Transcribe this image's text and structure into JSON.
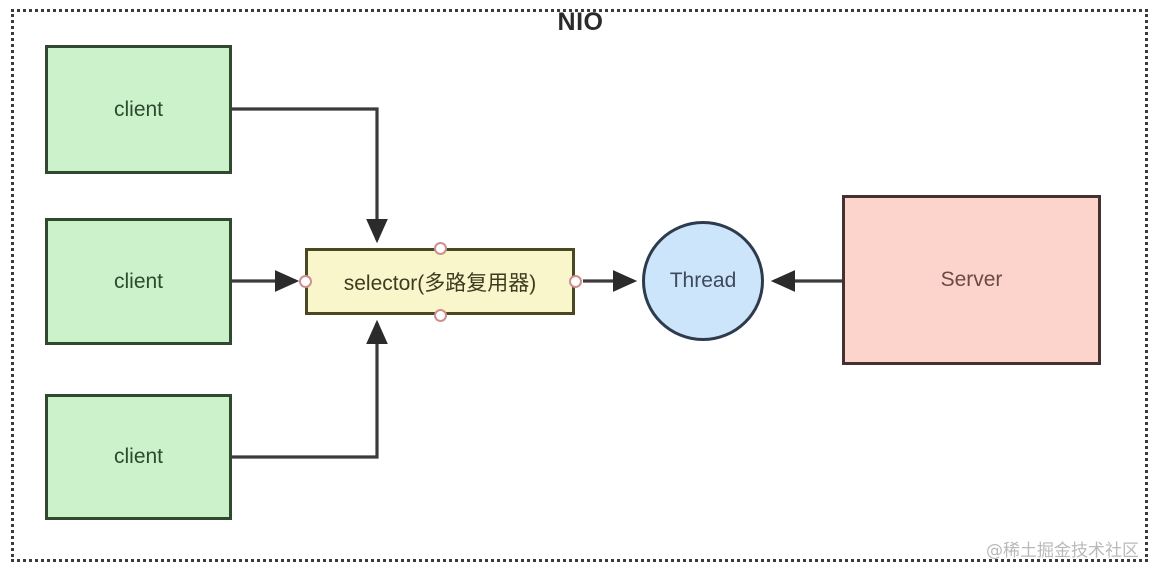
{
  "diagram": {
    "title": "NIO",
    "watermark": "@稀土掘金技术社区",
    "frame_style": "dotted",
    "colors": {
      "client_fill": "#ccf2cc",
      "client_border": "#31492f",
      "selector_fill": "#faf6cc",
      "selector_border": "#4a4723",
      "thread_fill": "#cce5fb",
      "thread_border": "#2d3b4d",
      "server_fill": "#fcd4cc",
      "server_border": "#43322f",
      "edge_stroke": "#3b3b3b",
      "handle_stroke": "#cf8f8f",
      "frame_border": "#3b3b3b",
      "watermark_color": "#b9b9b9"
    },
    "nodes": [
      {
        "id": "client-top",
        "label": "client",
        "shape": "rect"
      },
      {
        "id": "client-middle",
        "label": "client",
        "shape": "rect"
      },
      {
        "id": "client-bottom",
        "label": "client",
        "shape": "rect"
      },
      {
        "id": "selector",
        "label": "selector(多路复用器)",
        "shape": "rect"
      },
      {
        "id": "thread",
        "label": "Thread",
        "shape": "circle"
      },
      {
        "id": "server",
        "label": "Server",
        "shape": "rect"
      }
    ],
    "edges": [
      {
        "id": "edge-client-top-selector",
        "from": "client-top",
        "to": "selector",
        "direction": "to-selector-top"
      },
      {
        "id": "edge-client-middle-selector",
        "from": "client-middle",
        "to": "selector",
        "direction": "to-selector-left"
      },
      {
        "id": "edge-client-bottom-selector",
        "from": "client-bottom",
        "to": "selector",
        "direction": "to-selector-bottom"
      },
      {
        "id": "edge-selector-thread",
        "from": "selector",
        "to": "thread",
        "direction": "to-thread-left"
      },
      {
        "id": "edge-server-thread",
        "from": "server",
        "to": "thread",
        "direction": "to-thread-right"
      }
    ]
  }
}
